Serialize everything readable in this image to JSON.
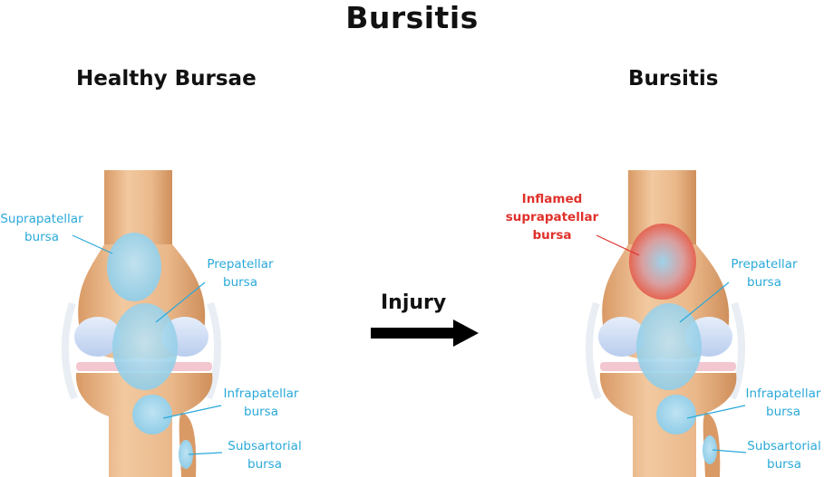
{
  "title": "Bursitis",
  "left_panel": {
    "subtitle": "Healthy Bursae",
    "labels": {
      "suprapatellar": [
        "Suprapatellar",
        "bursa"
      ],
      "prepatellar": [
        "Prepatellar",
        "bursa"
      ],
      "infrapatellar": [
        "Infrapatellar",
        "bursa"
      ],
      "subsartorial": [
        "Subsartorial",
        "bursa"
      ]
    }
  },
  "right_panel": {
    "subtitle": "Bursitis",
    "labels": {
      "inflamed": [
        "Inflamed",
        "suprapatellar",
        "bursa"
      ],
      "prepatellar": [
        "Prepatellar",
        "bursa"
      ],
      "infrapatellar": [
        "Infrapatellar",
        "bursa"
      ],
      "subsartorial": [
        "Subsartorial",
        "bursa"
      ]
    }
  },
  "arrow": {
    "label": "Injury"
  },
  "colors": {
    "bone": "#e9b98c",
    "bursa": "#9fd3ea",
    "inflamed": "#e8563f",
    "label_blue": "#2aa9d9",
    "label_red": "#e0302a",
    "cartilage": "#cfe0f5"
  }
}
